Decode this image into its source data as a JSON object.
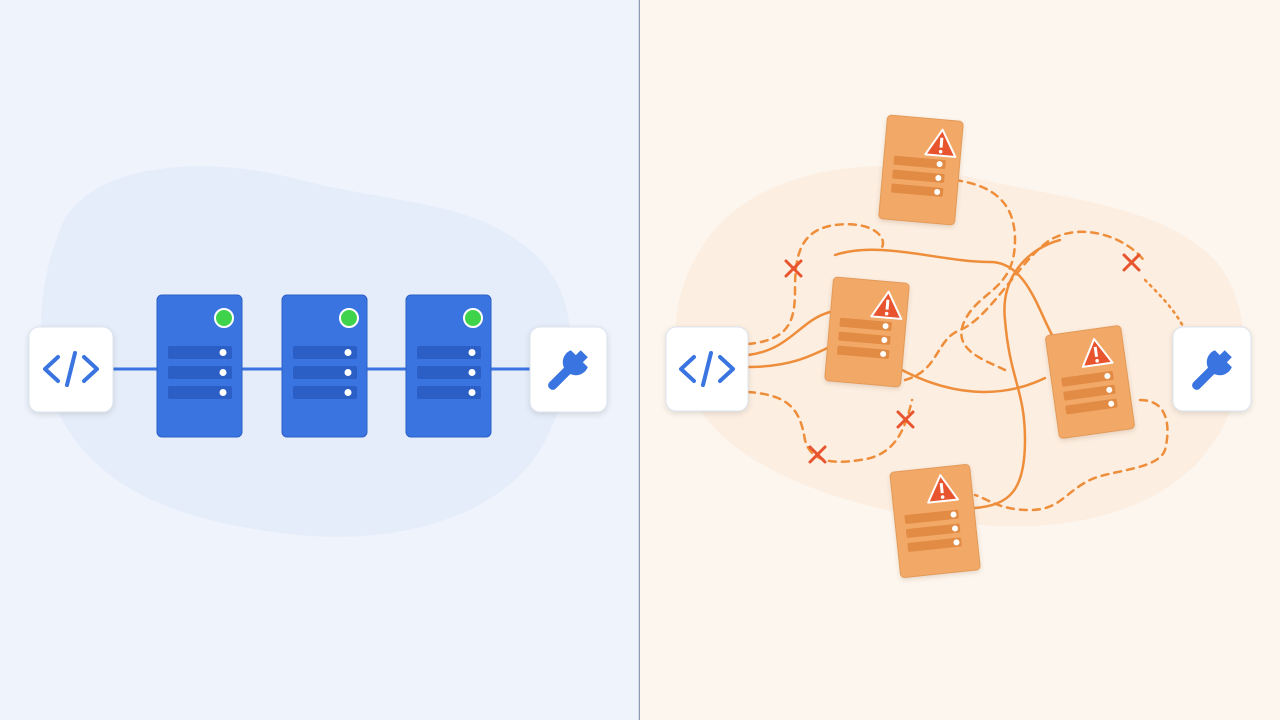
{
  "colors": {
    "left_background": "#EEF3FC",
    "left_blob": "#E5EDFA",
    "right_background": "#FDF6EE",
    "right_blob": "#FCEEE1",
    "divider": "#8D9BB5",
    "server_blue": "#3A74E0",
    "server_blue_dark": "#2C5FC6",
    "status_green": "#3ED34B",
    "doc_orange": "#F2A968",
    "doc_orange_stroke": "#E39A57",
    "line_orange": "#EE8D3A",
    "x_red": "#E7542E",
    "icon_blue": "#3A74E0",
    "card_white": "#FFFFFF"
  },
  "left_panel": {
    "source_icon": "code-brackets-icon",
    "servers": [
      {
        "status": "healthy"
      },
      {
        "status": "healthy"
      },
      {
        "status": "healthy"
      }
    ],
    "target_icon": "wrench-icon"
  },
  "right_panel": {
    "source_icon": "code-brackets-icon",
    "documents": [
      {
        "warning": "warning-triangle-icon"
      },
      {
        "warning": "warning-triangle-icon"
      },
      {
        "warning": "warning-triangle-icon"
      },
      {
        "warning": "warning-triangle-icon"
      }
    ],
    "broken_link_markers": 4,
    "target_icon": "wrench-icon"
  }
}
